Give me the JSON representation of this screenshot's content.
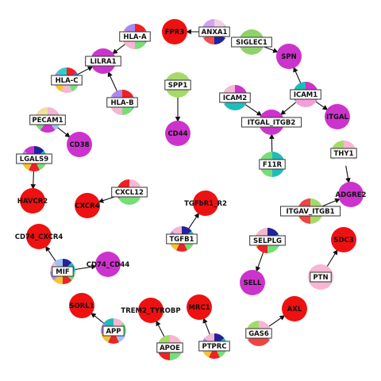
{
  "network": {
    "nodes": [
      {
        "id": "FPR3",
        "label": "FPR3",
        "style": "circle",
        "colors": [
          "#ee1111"
        ]
      },
      {
        "id": "ANXA1",
        "label": "ANXA1",
        "style": "box",
        "colors": [
          "#f2d0e6",
          "#7ad76d",
          "#222299",
          "#f04a4a",
          "#9ec3f3",
          "#d4a1f1"
        ]
      },
      {
        "id": "HLA-A",
        "label": "HLA-A",
        "style": "box",
        "colors": [
          "#ee2222",
          "#4472c4",
          "#77dd77",
          "#f5b6d1",
          "#f2c335",
          "#aa88ee"
        ]
      },
      {
        "id": "SIGLEC1",
        "label": "SIGLEC1",
        "style": "box",
        "colors": [
          "#8ed36a"
        ]
      },
      {
        "id": "LILRA1",
        "label": "LILRA1",
        "style": "box",
        "colors": [
          "#cc33cc"
        ]
      },
      {
        "id": "SPN",
        "label": "SPN",
        "style": "circle",
        "colors": [
          "#cc33cc"
        ]
      },
      {
        "id": "HLA-C",
        "label": "HLA-C",
        "style": "box",
        "colors": [
          "#ee2222",
          "#4472c4",
          "#77dd77",
          "#f5b6d1",
          "#f2c335",
          "#aa88ee",
          "#33cccc"
        ]
      },
      {
        "id": "SPP1",
        "label": "SPP1",
        "style": "box",
        "colors": [
          "#a6d96a"
        ]
      },
      {
        "id": "ICAM2",
        "label": "ICAM2",
        "style": "box",
        "colors": [
          "#cc33cc",
          "#22bbbb",
          "#f7b6d2"
        ]
      },
      {
        "id": "ICAM1",
        "label": "ICAM1",
        "style": "box",
        "colors": [
          "#cc33cc",
          "#f2a0d6",
          "#22bbbb"
        ]
      },
      {
        "id": "HLA-B",
        "label": "HLA-B",
        "style": "box",
        "colors": [
          "#ee2222",
          "#4472c4",
          "#77dd77",
          "#f5b6d1",
          "#f2c335",
          "#aa88ee"
        ]
      },
      {
        "id": "PECAM1",
        "label": "PECAM1",
        "style": "box",
        "colors": [
          "#f5b6d1",
          "#9ec3f3",
          "#cc33cc",
          "#77dd77",
          "#f0e0a0"
        ]
      },
      {
        "id": "ITGAL_ITGB2",
        "label": "ITGAL_ITGB2",
        "style": "box",
        "colors": [
          "#cc33cc"
        ]
      },
      {
        "id": "ITGAL",
        "label": "ITGAL",
        "style": "circle",
        "colors": [
          "#cc33cc"
        ]
      },
      {
        "id": "CD44",
        "label": "CD44",
        "style": "circle",
        "colors": [
          "#cc33cc"
        ]
      },
      {
        "id": "CD38",
        "label": "CD38",
        "style": "circle",
        "colors": [
          "#cc33cc"
        ]
      },
      {
        "id": "F11R",
        "label": "F11R",
        "style": "box",
        "colors": [
          "#22bbbb",
          "#77dd77"
        ]
      },
      {
        "id": "THY1",
        "label": "THY1",
        "style": "box",
        "colors": [
          "#f7b6d2",
          "#ffffff",
          "#a6d96a"
        ]
      },
      {
        "id": "LGALS9",
        "label": "LGALS9",
        "style": "box",
        "colors": [
          "#222299",
          "#22bbbb",
          "#77dd77",
          "#ee2222",
          "#f2c335",
          "#aa88ee",
          "#cc33cc"
        ]
      },
      {
        "id": "HAVCR2",
        "label": "HAVCR2",
        "style": "circle",
        "colors": [
          "#ee1111"
        ]
      },
      {
        "id": "CXCL12",
        "label": "CXCL12",
        "style": "box",
        "colors": [
          "#f7b6d2",
          "#77dd77",
          "#ee2222"
        ]
      },
      {
        "id": "CXCR4",
        "label": "CXCR4",
        "style": "circle",
        "colors": [
          "#ee1111"
        ]
      },
      {
        "id": "TGFbR1_R2",
        "label": "TGFbR1_R2",
        "style": "circle",
        "colors": [
          "#ee1111"
        ]
      },
      {
        "id": "ADGRE2",
        "label": "ADGRE2",
        "style": "circle",
        "colors": [
          "#cc33cc"
        ]
      },
      {
        "id": "ITGAV_ITGB1",
        "label": "ITGAV_ITGB1",
        "style": "box",
        "colors": [
          "#a6d96a",
          "#ee4444"
        ]
      },
      {
        "id": "CD74_CXCR4",
        "label": "CD74_CXCR4",
        "style": "circle",
        "colors": [
          "#ee1111"
        ]
      },
      {
        "id": "TGFB1",
        "label": "TGFB1",
        "style": "box",
        "colors": [
          "#222299",
          "#22bbbb",
          "#77dd77",
          "#ee2222",
          "#f2c335",
          "#aa88ee",
          "#f5b6d1"
        ]
      },
      {
        "id": "SELPLG",
        "label": "SELPLG",
        "style": "box",
        "colors": [
          "#222299",
          "#22bbbb",
          "#77dd77",
          "#ee2222",
          "#f2c335",
          "#f5b6d1"
        ]
      },
      {
        "id": "SDC3",
        "label": "SDC3",
        "style": "circle",
        "colors": [
          "#ee1111"
        ]
      },
      {
        "id": "MIF",
        "label": "MIF",
        "style": "box",
        "colors": [
          "#222299",
          "#22bbbb",
          "#77dd77",
          "#ee2222",
          "#f2c335",
          "#aa88ee",
          "#f5b6d1",
          "#9ec3f3"
        ]
      },
      {
        "id": "CD74_CD44",
        "label": "CD74_CD44",
        "style": "circle",
        "colors": [
          "#cc33cc"
        ]
      },
      {
        "id": "SELL",
        "label": "SELL",
        "style": "circle",
        "colors": [
          "#cc33cc"
        ]
      },
      {
        "id": "PTN",
        "label": "PTN",
        "style": "box",
        "colors": [
          "#f7b6d2"
        ]
      },
      {
        "id": "SORL1",
        "label": "SORL1",
        "style": "circle",
        "colors": [
          "#ee1111"
        ]
      },
      {
        "id": "TREM2_TYROBP",
        "label": "TREM2_TYROBP",
        "style": "circle",
        "colors": [
          "#ee1111"
        ]
      },
      {
        "id": "MRC1",
        "label": "MRC1",
        "style": "circle",
        "colors": [
          "#ee1111"
        ]
      },
      {
        "id": "AXL",
        "label": "AXL",
        "style": "circle",
        "colors": [
          "#ee1111"
        ]
      },
      {
        "id": "APP",
        "label": "APP",
        "style": "box",
        "colors": [
          "#f7b6d2",
          "#77dd77",
          "#9ec3f3",
          "#ee2222",
          "#f2c335",
          "#aa88ee",
          "#22bbbb"
        ]
      },
      {
        "id": "GAS6",
        "label": "GAS6",
        "style": "box",
        "colors": [
          "#f7b6d2",
          "#ee4444",
          "#a6d96a"
        ]
      },
      {
        "id": "APOE",
        "label": "APOE",
        "style": "box",
        "colors": [
          "#f7b6d2",
          "#77dd77",
          "#ee2222",
          "#a6d96a"
        ]
      },
      {
        "id": "PTPRC",
        "label": "PTPRC",
        "style": "box",
        "colors": [
          "#222299",
          "#22bbbb",
          "#77dd77",
          "#ee2222",
          "#f2c335",
          "#aa88ee",
          "#f5b6d1"
        ]
      }
    ],
    "edges": [
      [
        "ANXA1",
        "FPR3"
      ],
      [
        "HLA-A",
        "LILRA1"
      ],
      [
        "HLA-C",
        "LILRA1"
      ],
      [
        "HLA-B",
        "LILRA1"
      ],
      [
        "SIGLEC1",
        "SPN"
      ],
      [
        "ICAM1",
        "SPN"
      ],
      [
        "ICAM1",
        "ITGAL"
      ],
      [
        "ICAM1",
        "ITGAL_ITGB2"
      ],
      [
        "ICAM2",
        "ITGAL_ITGB2"
      ],
      [
        "F11R",
        "ITGAL_ITGB2"
      ],
      [
        "SPP1",
        "CD44"
      ],
      [
        "PECAM1",
        "CD38"
      ],
      [
        "LGALS9",
        "HAVCR2"
      ],
      [
        "CXCL12",
        "CXCR4"
      ],
      [
        "TGFB1",
        "TGFbR1_R2"
      ],
      [
        "THY1",
        "ADGRE2"
      ],
      [
        "ITGAV_ITGB1",
        "ADGRE2"
      ],
      [
        "MIF",
        "CD74_CXCR4"
      ],
      [
        "MIF",
        "CD74_CD44"
      ],
      [
        "SELPLG",
        "SELL"
      ],
      [
        "PTN",
        "SDC3"
      ],
      [
        "APP",
        "SORL1"
      ],
      [
        "APOE",
        "TREM2_TYROBP"
      ],
      [
        "PTPRC",
        "MRC1"
      ],
      [
        "GAS6",
        "AXL"
      ]
    ]
  }
}
